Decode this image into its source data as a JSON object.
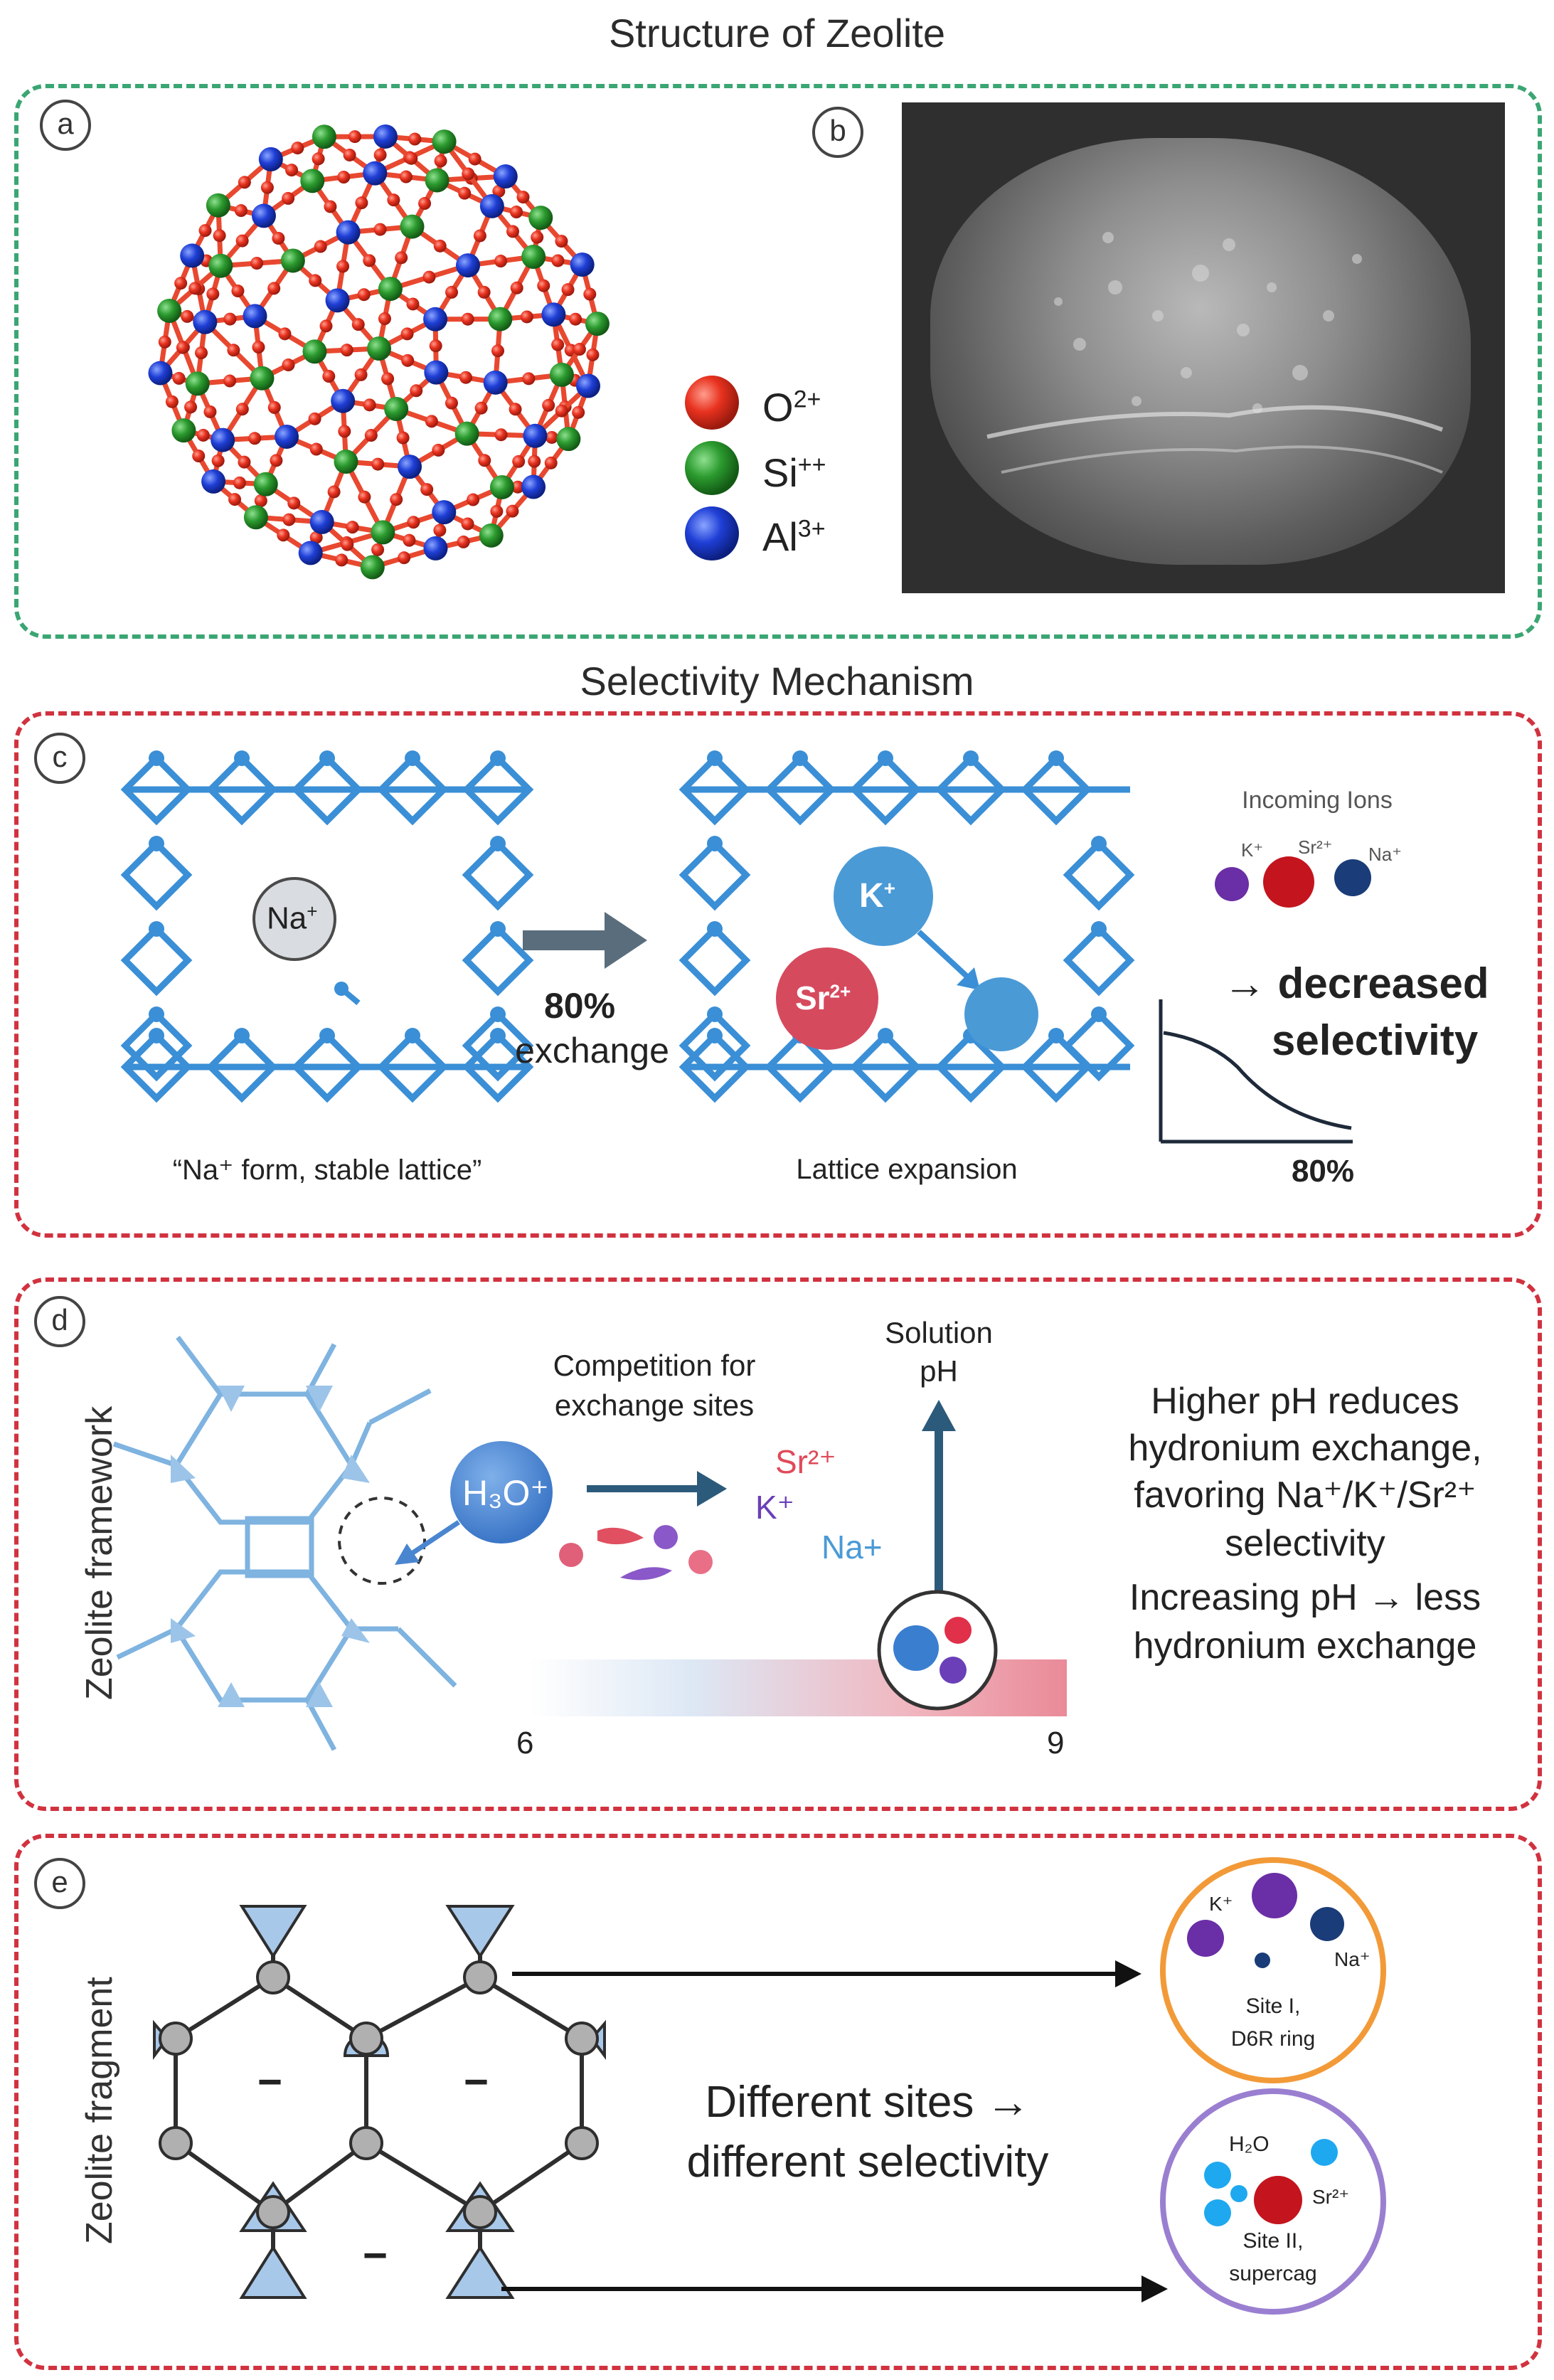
{
  "titles": {
    "structure": "Structure of Zeolite",
    "selectivity": "Selectivity Mechanism"
  },
  "panel_a": {
    "label": "a",
    "legend": [
      {
        "symbol": "O",
        "charge": "2+",
        "color": "#e8321f"
      },
      {
        "symbol": "Si",
        "charge": "++",
        "color": "#2b9a2e"
      },
      {
        "symbol": "Al",
        "charge": "3+",
        "color": "#1f3fd6"
      }
    ]
  },
  "panel_b": {
    "label": "b"
  },
  "panel_c": {
    "label": "c",
    "na_ion": "Na",
    "na_charge": "+",
    "arrow_value": "80%",
    "arrow_text": "exchange",
    "k_ion": "K",
    "k_charge": "+",
    "sr_ion": "Sr",
    "sr_charge": "2+",
    "caption_left": "“Na⁺ form, stable lattice”",
    "caption_mid": "Lattice expansion",
    "incoming_title": "Incoming Ions",
    "incoming_labels": [
      "K⁺",
      "Sr²⁺",
      "Na⁺"
    ],
    "result_line1": "→ decreased",
    "result_line2": "selectivity",
    "curve_value": "80%"
  },
  "panel_d": {
    "label": "d",
    "vertical_label": "Zeolite framework",
    "h3o": "H₃O⁺",
    "competition_line1": "Competition for",
    "competition_line2": "exchange sites",
    "ion_sr": "Sr²⁺",
    "ion_k": "K⁺",
    "ion_na": "Na+",
    "ph_axis_line1": "Solution",
    "ph_axis_line2": "pH",
    "ph_min": "6",
    "ph_max": "9",
    "text_block": [
      "Higher pH reduces",
      "hydronium exchange,",
      "favoring Na⁺/K⁺/Sr²⁺",
      "selectivity",
      "Increasing pH → less",
      "hydronium exchange"
    ]
  },
  "panel_e": {
    "label": "e",
    "vertical_label": "Zeolite fragment",
    "minus": "−",
    "main_line1": "Different sites →",
    "main_line2": "different selectivity",
    "site1_k": "K⁺",
    "site1_na": "Na⁺",
    "site1_line1": "Site I,",
    "site1_line2": "D6R ring",
    "site2_h2o": "H₂O",
    "site2_sr": "Sr²⁺",
    "site2_line1": "Site II,",
    "site2_line2": "supercag"
  },
  "colors": {
    "green_border": "#3aa673",
    "red_border": "#d1323f",
    "lattice_blue": "#3a8fd6",
    "sr_red": "#d64a5e",
    "k_blue": "#4a9ad6",
    "site1_border": "#f29a38",
    "site2_border": "#9a7fd1"
  }
}
